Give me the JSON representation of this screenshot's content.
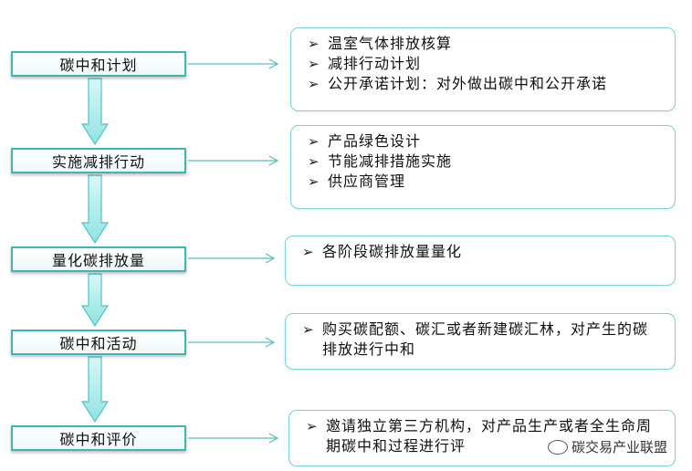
{
  "stages": [
    {
      "label": "碳中和计划",
      "items": [
        "温室气体排放核算",
        "减排行动计划",
        "公开承诺计划：对外做出碳中和公开承诺"
      ]
    },
    {
      "label": "实施减排行动",
      "items": [
        "产品绿色设计",
        "节能减排措施实施",
        "供应商管理"
      ]
    },
    {
      "label": "量化碳排放量",
      "items": [
        "各阶段碳排放量量化"
      ]
    },
    {
      "label": "碳中和活动",
      "items": [
        "购买碳配额、碳汇或者新建碳汇林，对产生的碳排放进行中和"
      ]
    },
    {
      "label": "碳中和评价",
      "items": [
        "邀请独立第三方机构，对产品生产或者全生命周期碳中和过程进行评"
      ]
    }
  ],
  "watermark": {
    "text": "碳交易产业联盟",
    "icon": "wechat-icon"
  },
  "colors": {
    "arrow_fill": "#a8ecec",
    "arrow_stroke": "#55c3c1",
    "stage_border": "#3fb6b4",
    "detail_border": "#7fd3d0",
    "connector": "#5fbcbc"
  }
}
